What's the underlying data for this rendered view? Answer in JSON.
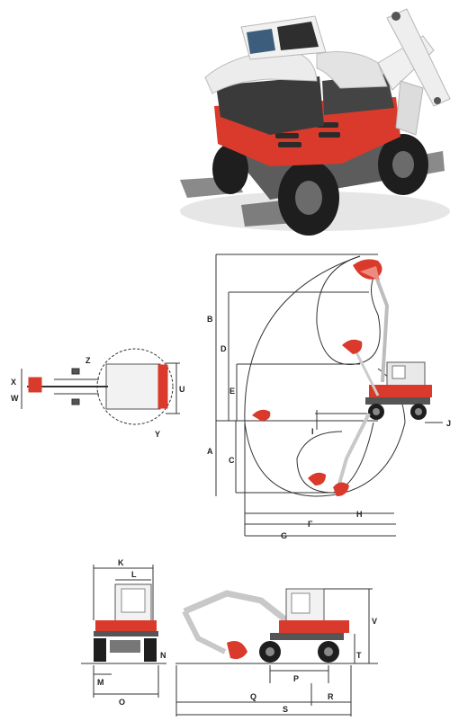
{
  "colors": {
    "line": "#333333",
    "red": "#d93a2b",
    "body": "#e9e9e9",
    "dark": "#2b2b2b",
    "tire": "#1e1e1e"
  },
  "working_range_labels": {
    "b": "B",
    "d": "D",
    "e": "E",
    "a": "A",
    "c": "C",
    "i": "I",
    "j": "J",
    "h": "H",
    "f": "F",
    "g": "G"
  },
  "top_view_labels": {
    "x": "X",
    "w": "W",
    "z": "Z",
    "u": "U",
    "y": "Y"
  },
  "side_view_labels": {
    "k": "K",
    "l": "L",
    "n": "N",
    "m": "M",
    "o": "O",
    "v": "V",
    "t": "T",
    "p": "P",
    "q": "Q",
    "r": "R",
    "s": "S"
  }
}
